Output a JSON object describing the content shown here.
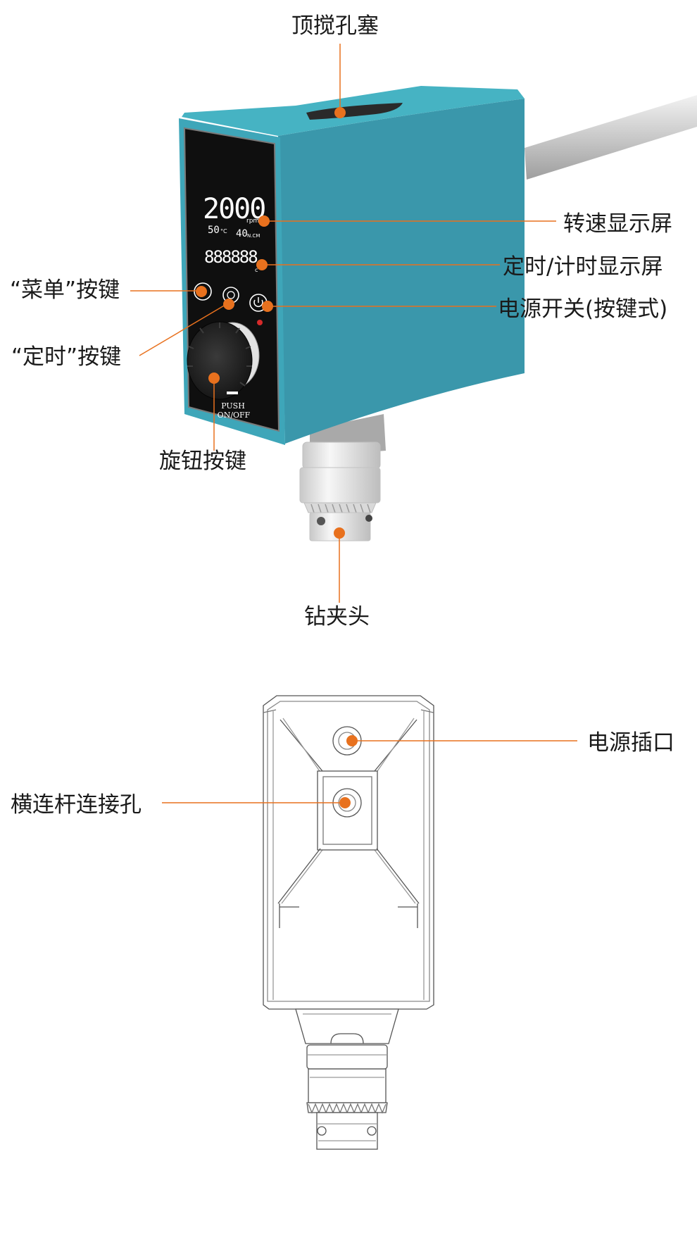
{
  "accent": "#e8711e",
  "device_color": "#3b9bb0",
  "display": {
    "speed_value": "2000",
    "speed_unit": "rpm",
    "temp_value": "50",
    "temp_unit": "°C",
    "torque_value": "40",
    "torque_unit": "N.CM",
    "timer_value": "888888",
    "timer_unit": "c"
  },
  "knob_text": {
    "push": "PUSH",
    "onoff": "ON/OFF"
  },
  "callouts": {
    "top_plug": "顶搅孔塞",
    "speed_screen": "转速显示屏",
    "timer_screen": "定时/计时显示屏",
    "power_switch": "电源开关(按键式)",
    "menu_button": "“菜单”按键",
    "timer_button": "“定时”按键",
    "knob_button": "旋钮按键",
    "chuck": "钻夹头",
    "power_socket": "电源插口",
    "rod_hole": "横连杆连接孔"
  }
}
